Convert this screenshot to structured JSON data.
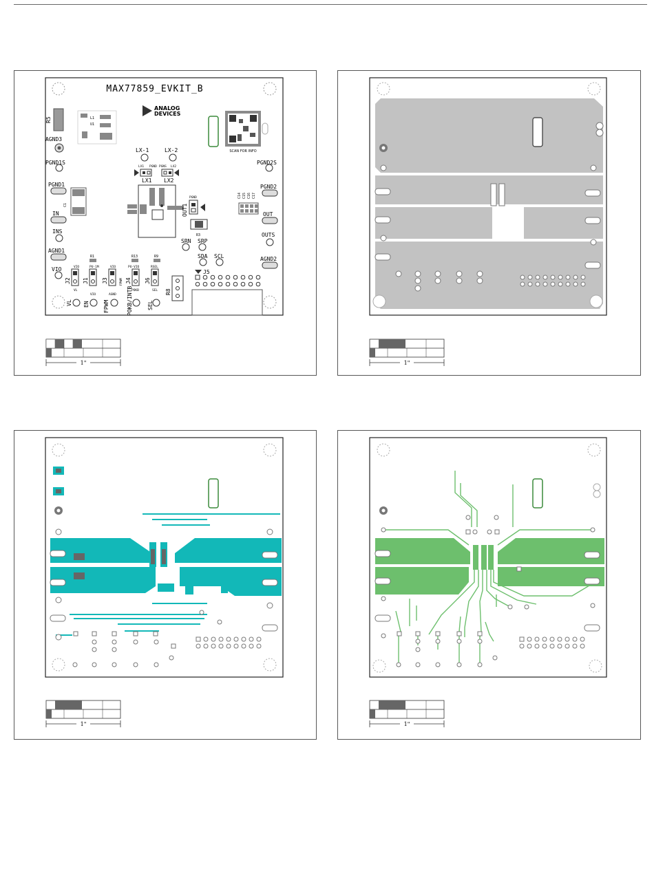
{
  "colors": {
    "board_outline": "#222222",
    "silkscreen": "#222222",
    "copper_inner": "#c2c2c2",
    "copper_top": "#12b8b8",
    "copper_bottom": "#6dbf6d",
    "logo_mark": "#333333"
  },
  "panels": [
    {
      "id": "top-silkscreen",
      "layer": "silkscreen",
      "board_title": "MAX77859_EVKIT_B",
      "logo_line1": "ANALOG",
      "logo_line2": "DEVICES",
      "qr_caption": "SCAN FOR INFO",
      "labels": {
        "r5": "R5",
        "agnd3": "AGND3",
        "pgnd1s": "PGND1S",
        "pgnd1": "PGND1",
        "in": "IN",
        "ins": "INS",
        "agnd1": "AGND1",
        "vio": "VIO",
        "lx1_top": "LX-1",
        "lx2_top": "LX-2",
        "lx1": "LX1",
        "lx2": "LX2",
        "lx1_small": "LX1",
        "pgnd_small": "PGND",
        "pgns_small": "PGNS",
        "lx2_small": "LX2",
        "pgnd2s": "PGND2S",
        "pgnd2": "PGND2",
        "out": "OUT",
        "outs": "OUTS",
        "agnd2": "AGND2",
        "out1": "OUT1",
        "pgnd_out": "PGND",
        "r3": "R3",
        "c1": "C1",
        "l1": "L1",
        "u1": "U1",
        "srn": "SRN",
        "srp": "SRP",
        "sda": "SDA",
        "scl": "SCL",
        "j5": "J5",
        "r1": "R1",
        "r13": "R13",
        "r9": "R9",
        "vio_a": "VIO",
        "pu_1m": "PU-1M",
        "vio_b": "VIO",
        "pu_vio": "PU-VIO",
        "rsel": "RSEL",
        "j2": "J2",
        "j1": "J1",
        "j3": "J3",
        "j4": "J4",
        "j6": "J6",
        "vl_small": "VL",
        "vio_small": "VIO",
        "fpwm_small": "FPWM",
        "agnd_small": "AGND",
        "pokb_small": "POKB",
        "sel_small": "SEL",
        "r8": "R8",
        "vl": "VL",
        "en": "EN",
        "fpwm": "FPWM",
        "pokb": "POKB/INTB",
        "sel": "SEL",
        "c14": "C14",
        "c15": "C15",
        "c16": "C16",
        "c17": "C17"
      }
    },
    {
      "id": "inner-layer",
      "layer": "inner"
    },
    {
      "id": "top-copper",
      "layer": "top"
    },
    {
      "id": "bottom-copper",
      "layer": "bottom"
    }
  ],
  "scale_label": "1\""
}
